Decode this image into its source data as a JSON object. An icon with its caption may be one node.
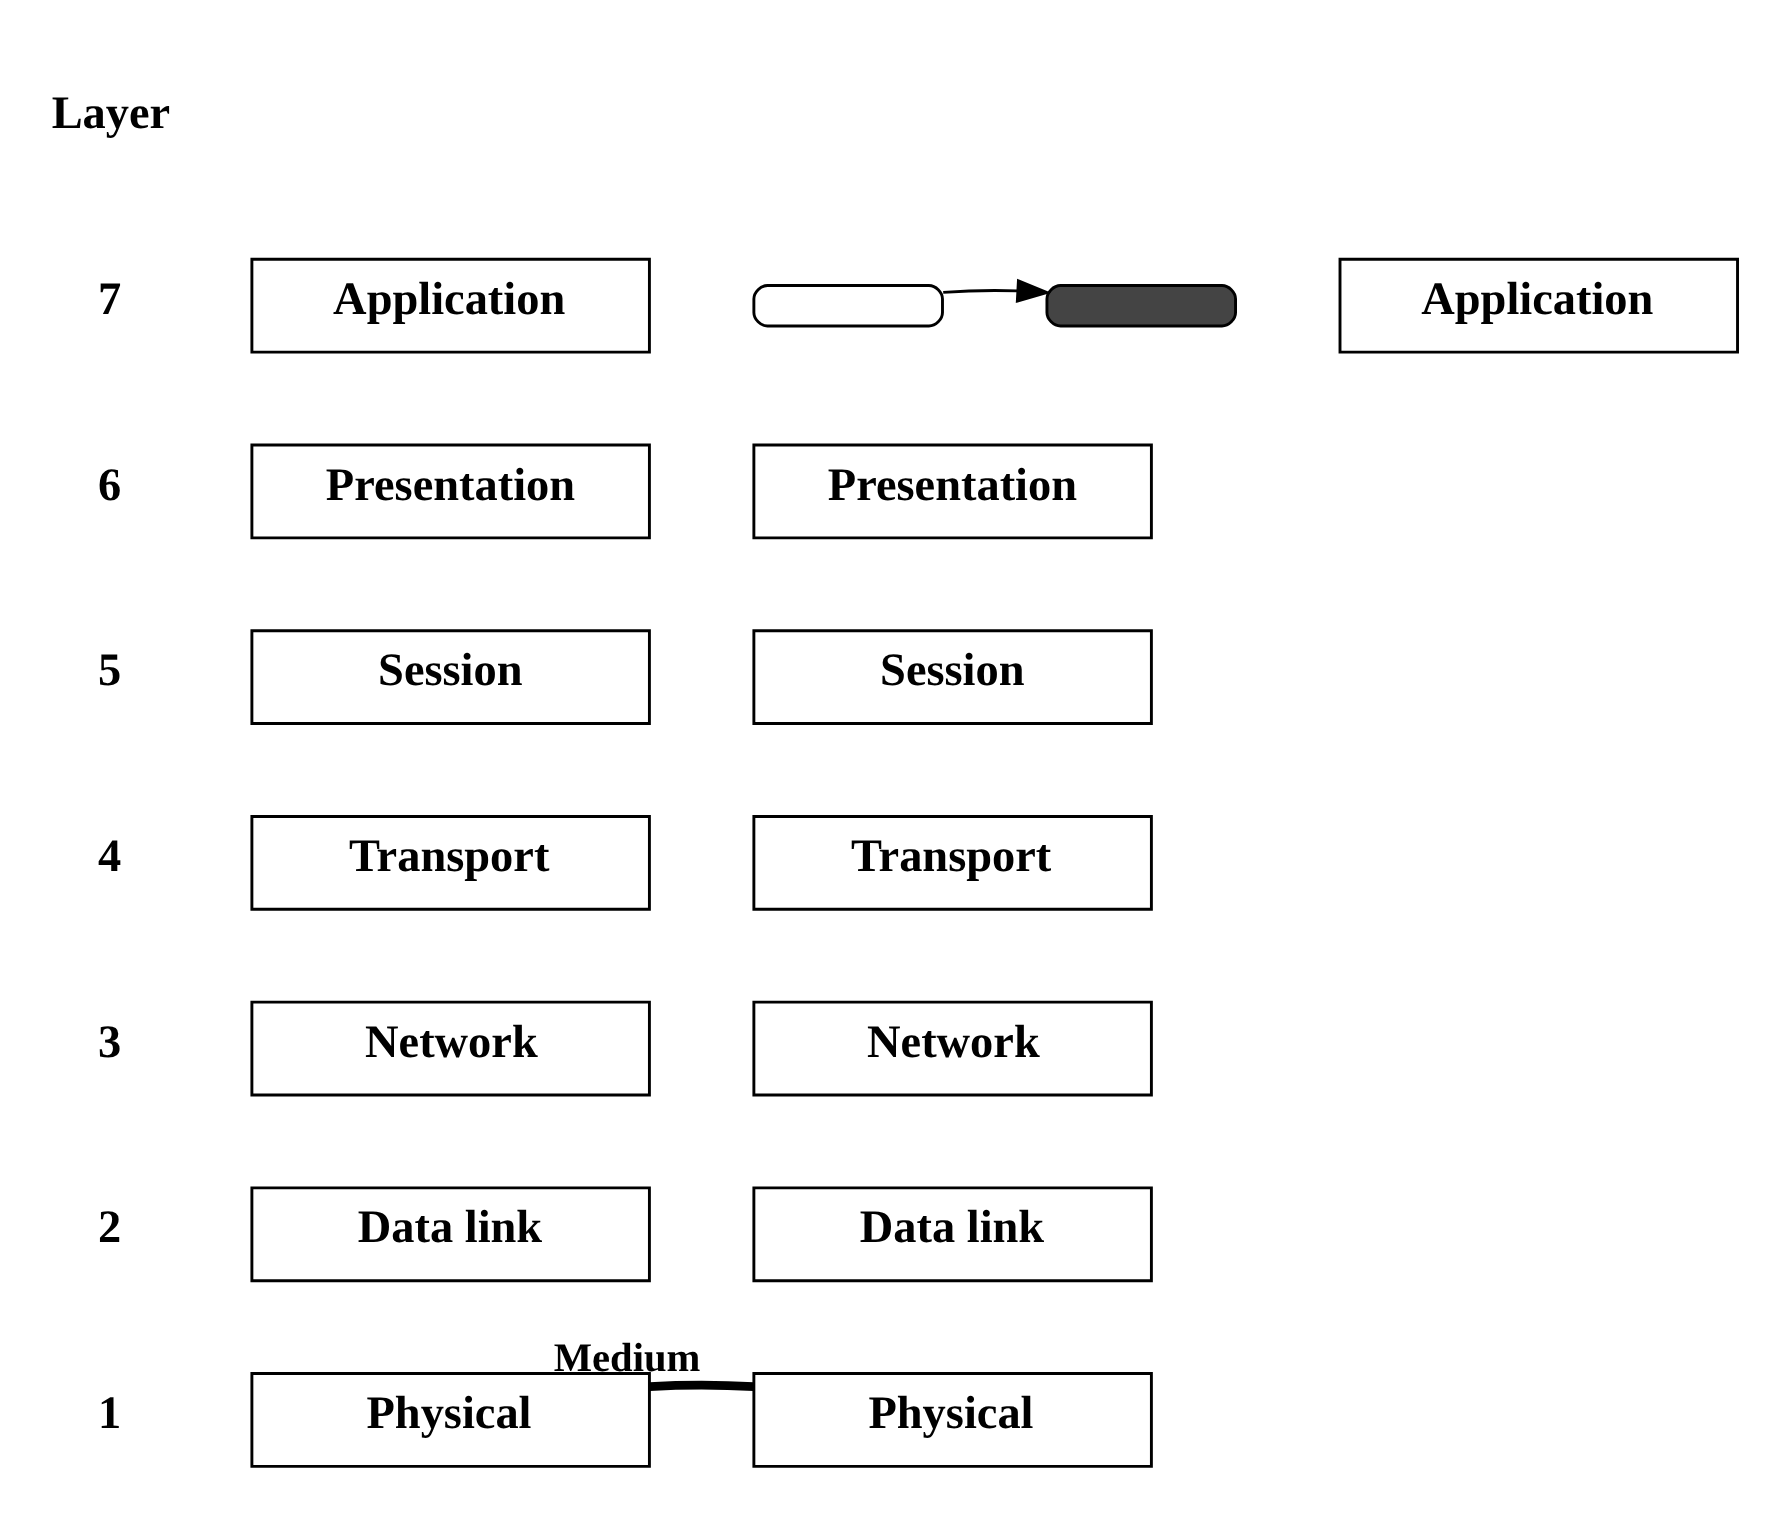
{
  "diagram": {
    "nodes": [
      {
        "text": [
          "Application"
        ]
      },
      {
        "text": [],
        "shape": "box"
      },
      {
        "text": [],
        "shape": "box"
      },
      {
        "text": [
          "Application"
        ]
      },
      {
        "text": [
          "Presentation"
        ]
      },
      {
        "text": [
          "Presentation"
        ]
      },
      {
        "text": [
          "Session"
        ]
      },
      {
        "text": [
          "Session"
        ]
      },
      {
        "text": [
          "Transport"
        ]
      },
      {
        "text": [
          "Transport"
        ]
      },
      {
        "text": [
          "Network"
        ]
      },
      {
        "text": [
          "Network"
        ]
      },
      {
        "text": [
          "Data link"
        ]
      },
      {
        "text": [
          "Data link"
        ]
      },
      {
        "text": [
          "Physical"
        ]
      },
      {
        "text": [
          "Physical"
        ]
      }
    ],
    "edges": [
      {
        "from": 1,
        "to": 2,
        "arrow": "to"
      },
      {
        "from": 14,
        "to": 15,
        "arrow": "none",
        "label": "Medium",
        "style": "thick"
      }
    ],
    "labels": [
      "Layer",
      "7",
      "6",
      "5",
      "4",
      "3",
      "2",
      "1"
    ]
  }
}
